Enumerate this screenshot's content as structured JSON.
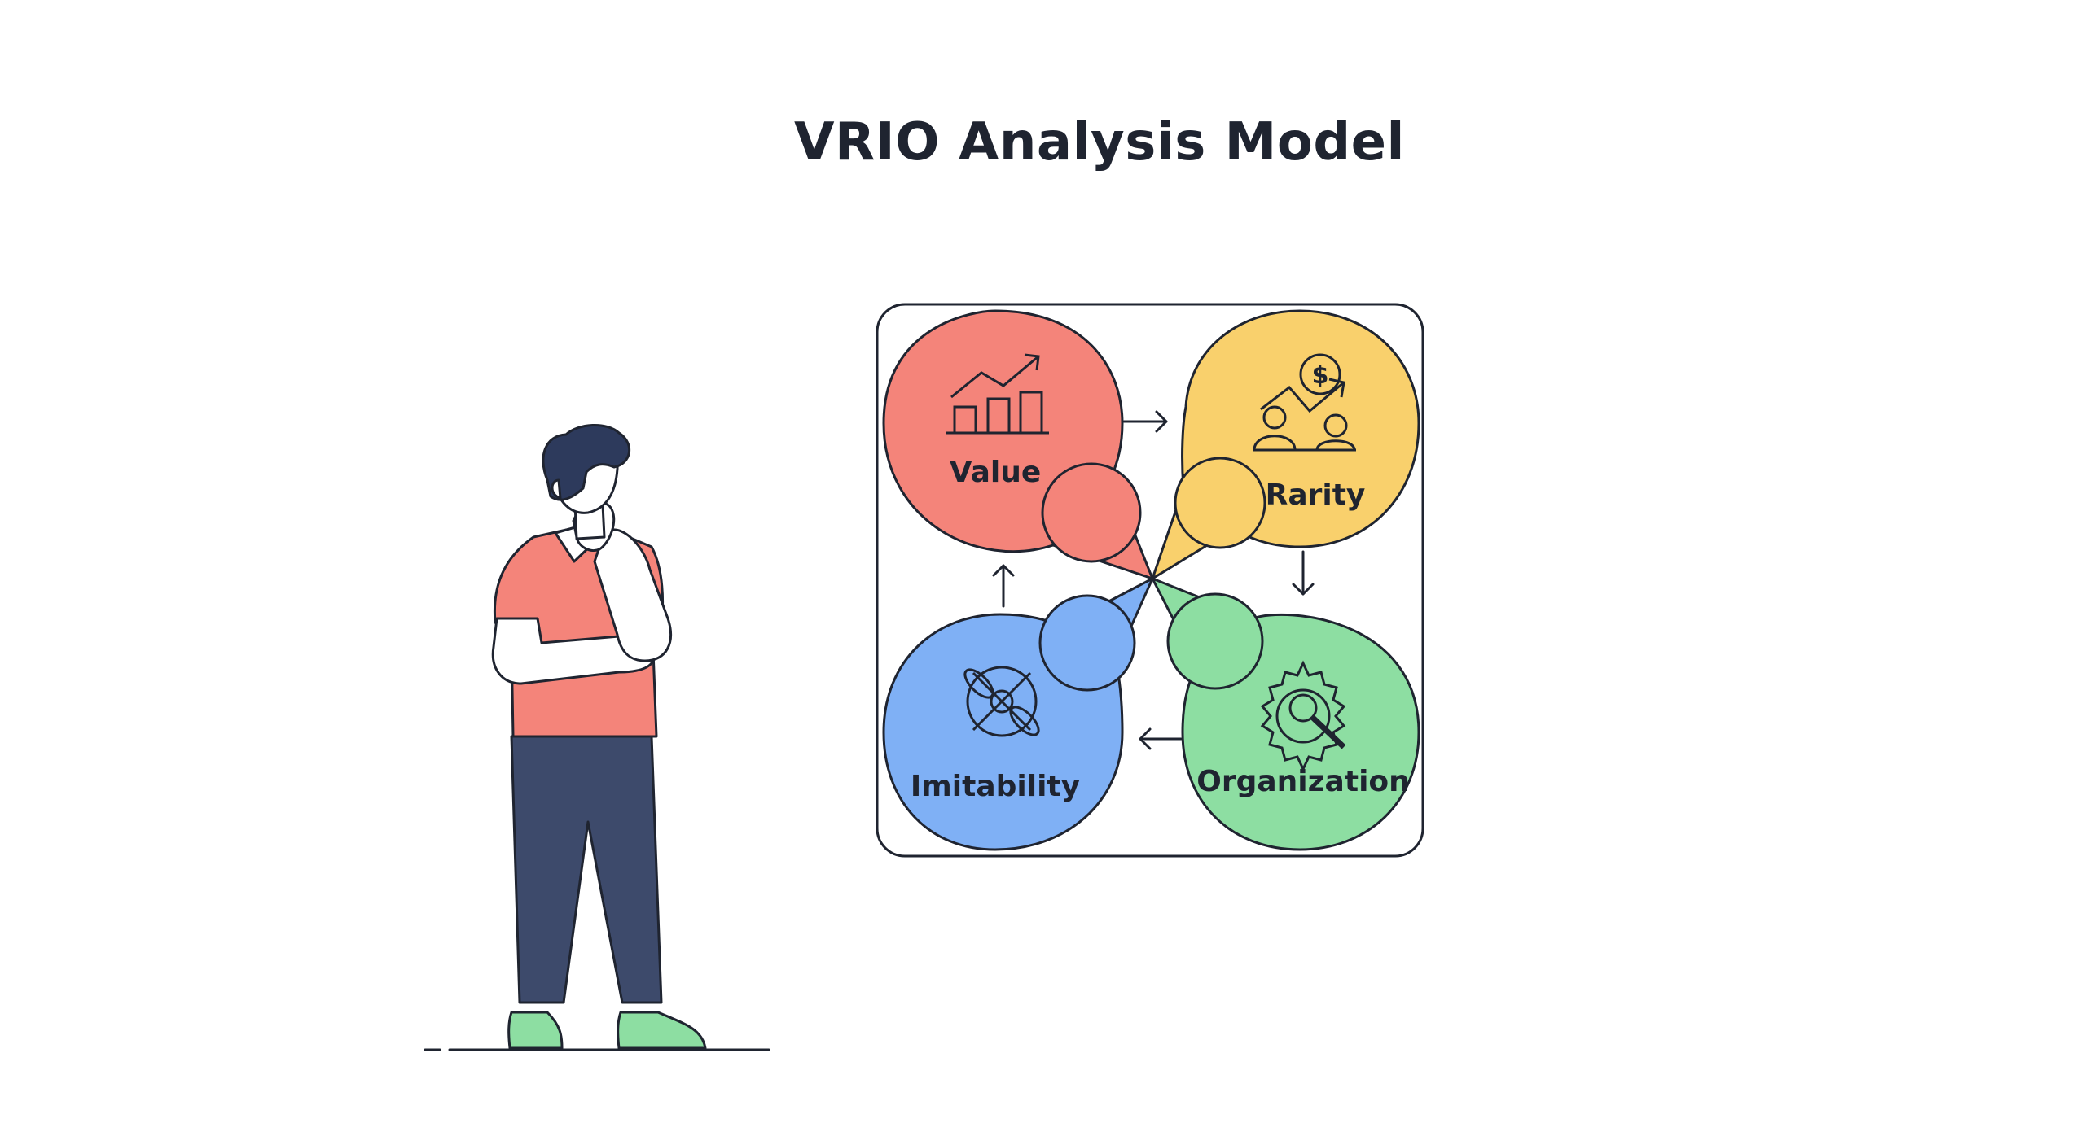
{
  "title": "VRIO Analysis Model",
  "quadrants": [
    {
      "key": "value",
      "label": "Value",
      "icon": "rising-chart-icon",
      "color": "#f4847a"
    },
    {
      "key": "rarity",
      "label": "Rarity",
      "icon": "people-dollar-icon",
      "color": "#f9d06c"
    },
    {
      "key": "organization",
      "label": "Organization",
      "icon": "gear-search-icon",
      "color": "#8ddea2"
    },
    {
      "key": "imitability",
      "label": "Imitability",
      "icon": "propeller-target-icon",
      "color": "#7fb0f5"
    }
  ],
  "colors": {
    "outline": "#1f2430",
    "shirt": "#f4847a",
    "pants": "#3d4a6b",
    "hair": "#2d3a5c",
    "shoes": "#8ddea2"
  }
}
